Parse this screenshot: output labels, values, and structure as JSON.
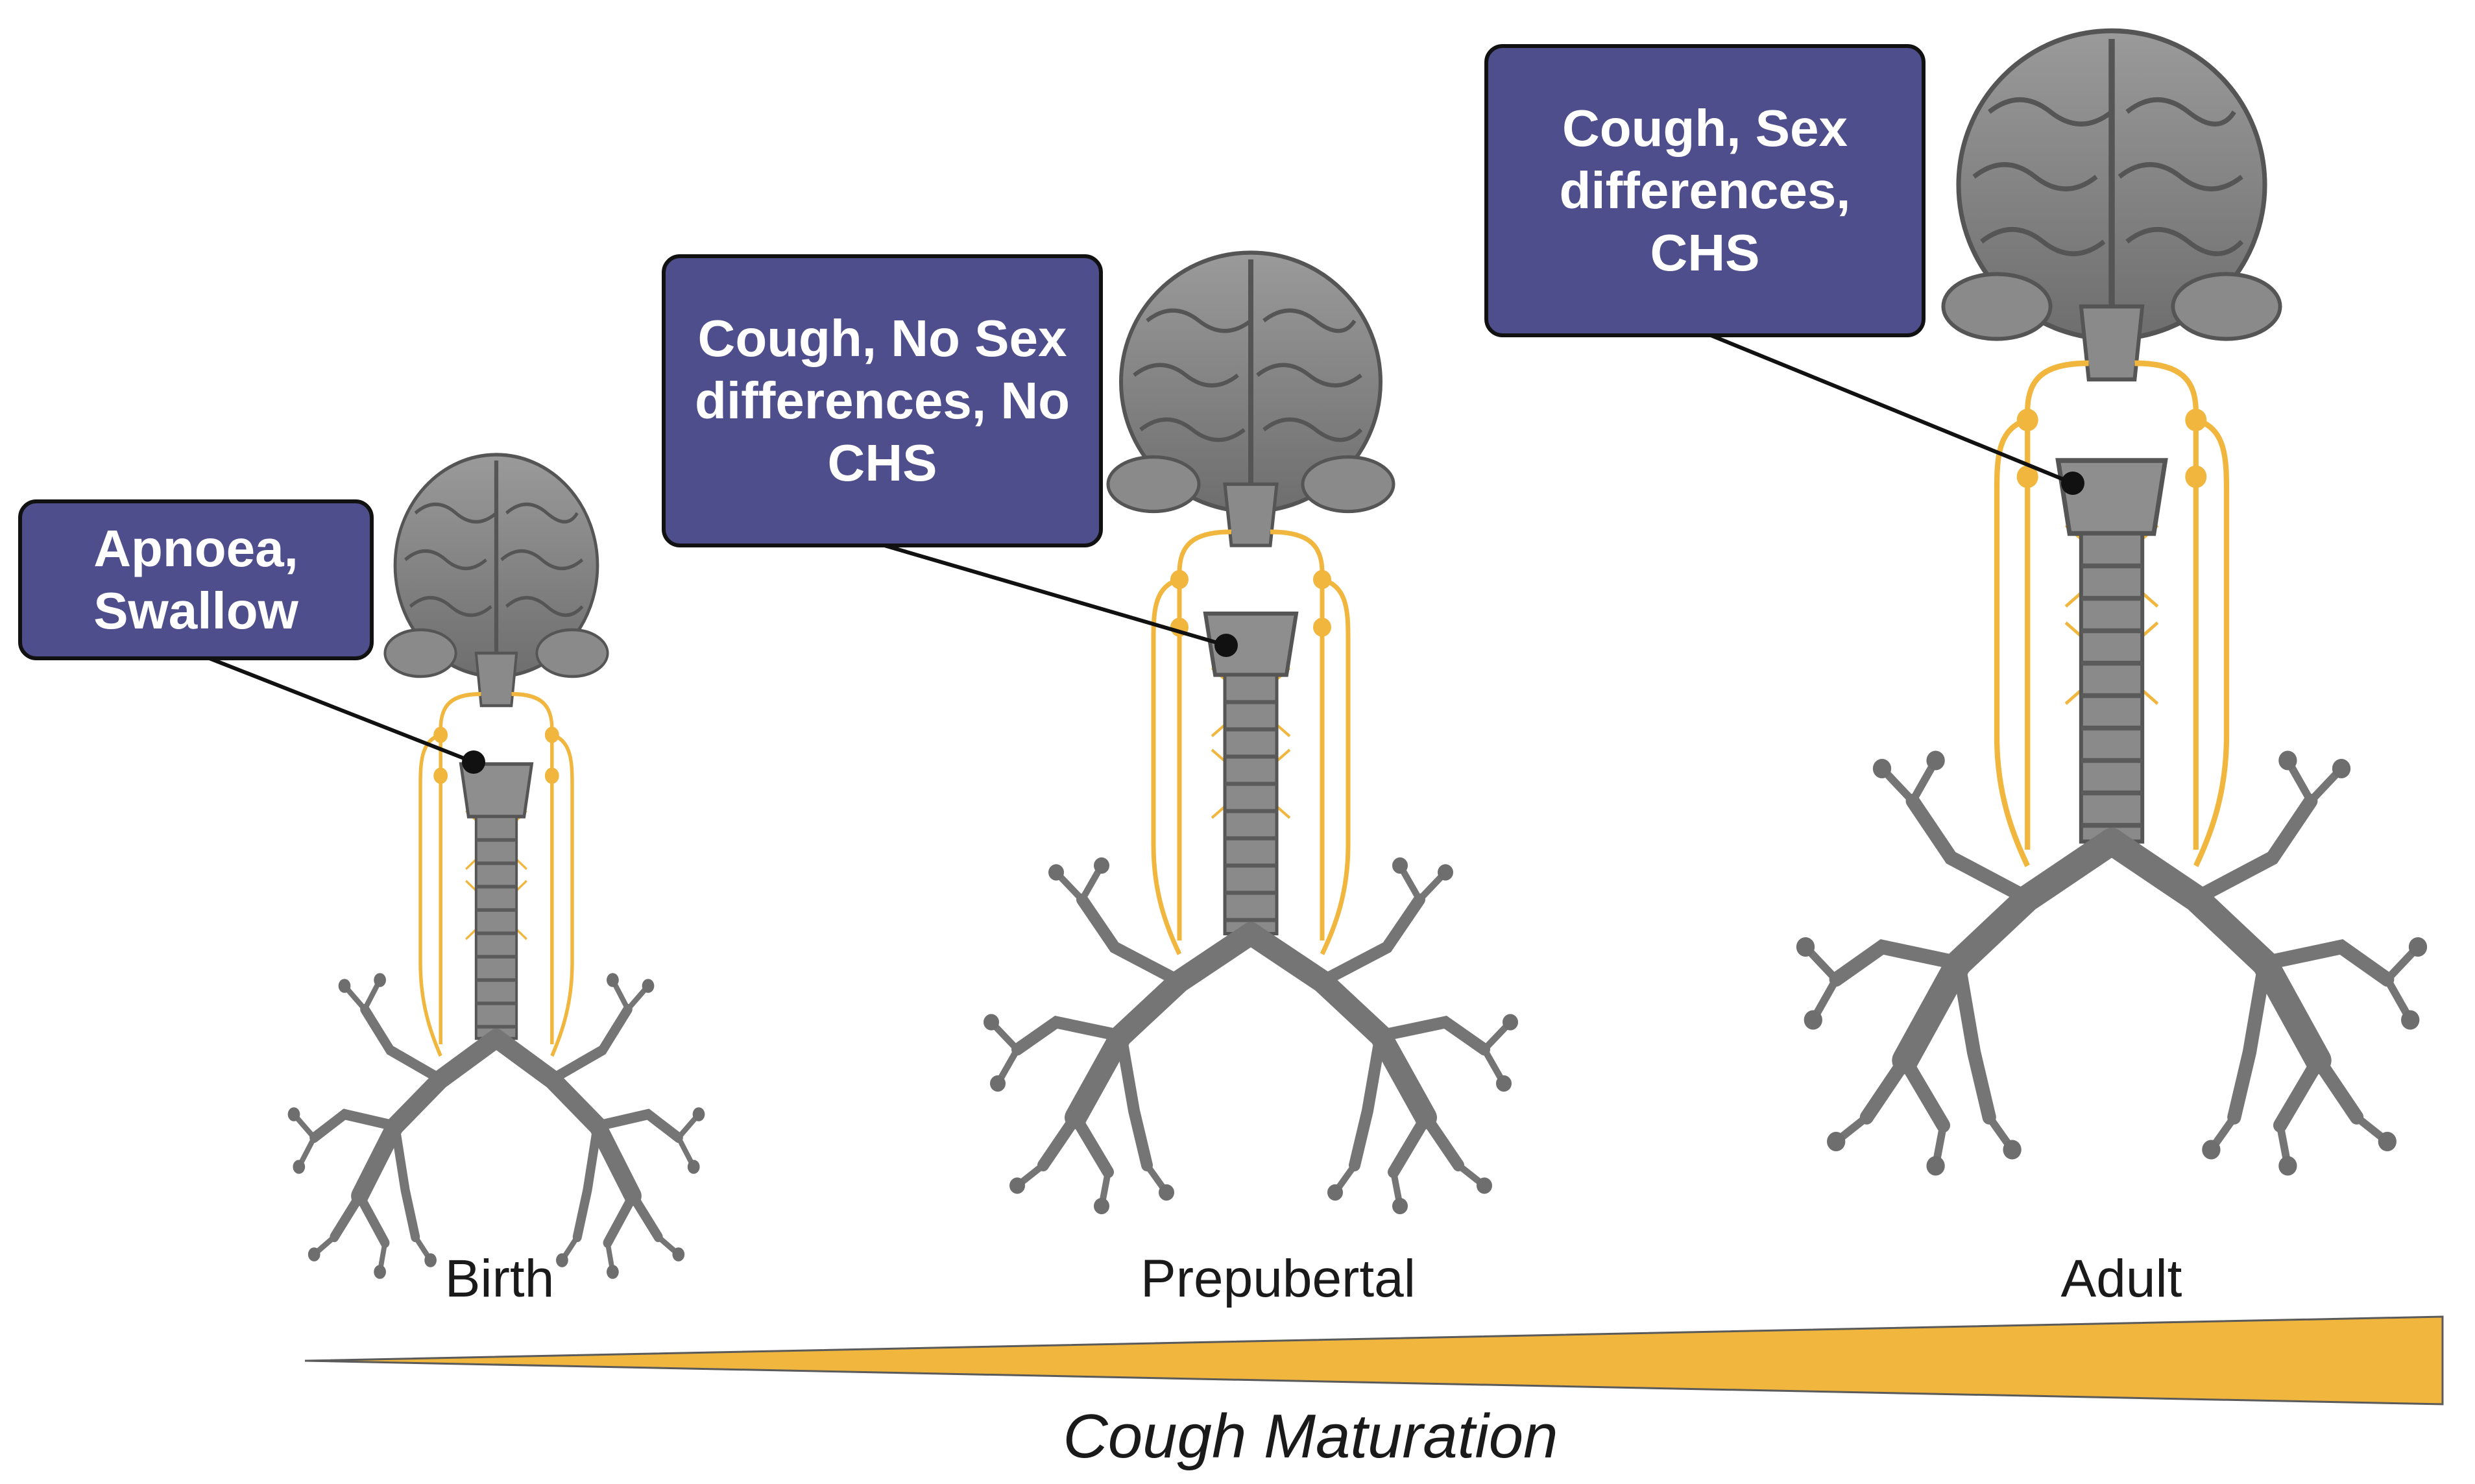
{
  "stages": [
    {
      "label": "Birth",
      "callout": "Apnoea, Swallow"
    },
    {
      "label": "Prepubertal",
      "callout": "Cough, No Sex differences, No CHS"
    },
    {
      "label": "Adult",
      "callout": "Cough, Sex differences, CHS"
    }
  ],
  "maturation": {
    "title": "Cough Maturation"
  },
  "colors": {
    "callout_fill": "#4f4e8c",
    "nerve": "#f0b63e",
    "tissue": "#7b7b7b",
    "arrow": "#f0b63e"
  },
  "icons": [
    "brain-icon",
    "larynx-icon",
    "trachea-icon",
    "lungs-icon",
    "vagus-nerve-icon"
  ]
}
